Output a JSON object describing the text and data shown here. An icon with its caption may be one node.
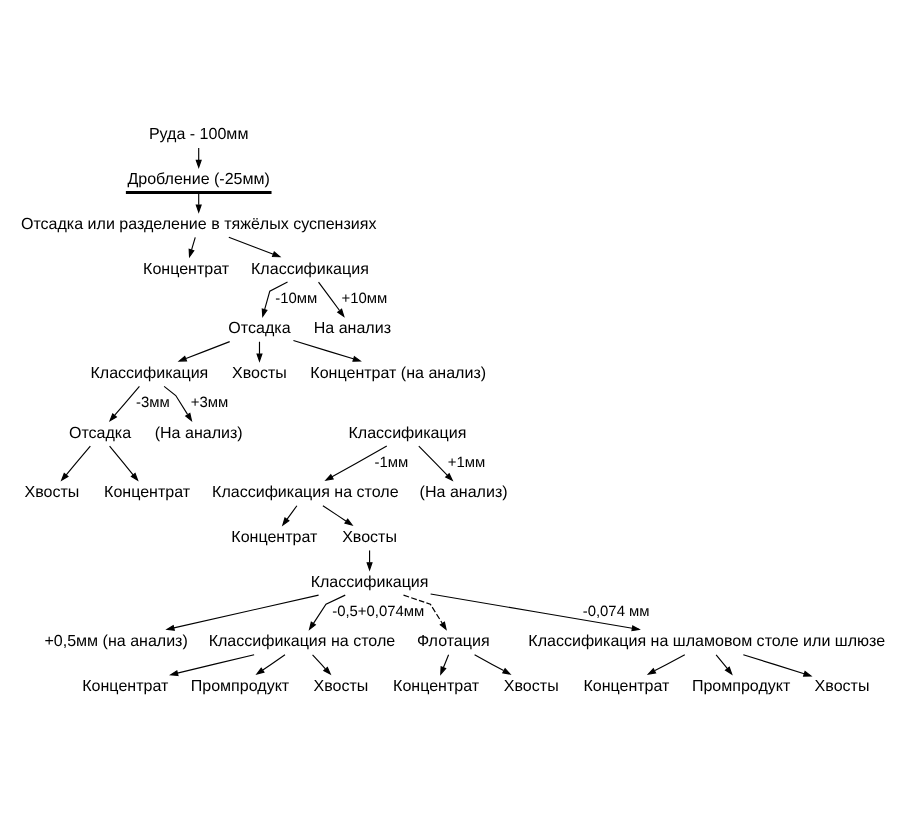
{
  "diagram": {
    "nodes": [
      {
        "text": [
          "Руда - 100мм"
        ]
      },
      {
        "text": [
          "Дробление (-25мм)"
        ]
      },
      {
        "text": [
          "Отсадка или разделение в тяжёлых суспензиях"
        ]
      },
      {
        "text": [
          "Концентрат"
        ]
      },
      {
        "text": [
          "Классификация"
        ]
      },
      {
        "text": [
          "Отсадка"
        ]
      },
      {
        "text": [
          "На анализ"
        ]
      },
      {
        "text": [
          "Классификация"
        ]
      },
      {
        "text": [
          "Хвосты"
        ]
      },
      {
        "text": [
          "Концентрат (на анализ)"
        ]
      },
      {
        "text": [
          "(На анализ)"
        ]
      },
      {
        "text": [
          "Отсадка"
        ]
      },
      {
        "text": [
          "Классификация на столе"
        ]
      },
      {
        "text": [
          "Хвосты"
        ]
      },
      {
        "text": [
          "Концентрат"
        ]
      },
      {
        "text": [
          "Концентрат"
        ]
      },
      {
        "text": [
          "Хвосты"
        ]
      },
      {
        "text": [
          "Классификация"
        ]
      },
      {
        "text": [
          "Классификация"
        ]
      },
      {
        "text": [
          "(На анализ)"
        ]
      },
      {
        "text": [
          "+0,5мм (на анализ)"
        ]
      },
      {
        "text": [
          "Классификация на столе"
        ]
      },
      {
        "text": [
          "Классификация на шламовом столе или шлюзе"
        ]
      },
      {
        "text": [
          "Концентрат"
        ]
      },
      {
        "text": [
          "Промпродукт"
        ]
      },
      {
        "text": [
          "Хвосты"
        ]
      },
      {
        "text": [
          "Концентрат"
        ]
      },
      {
        "text": [
          "Промпродукт"
        ]
      },
      {
        "text": [
          "Хвосты"
        ]
      },
      {
        "text": [
          "Флотация"
        ]
      },
      {
        "text": [
          "Концентрат"
        ]
      },
      {
        "text": [
          "Хвосты"
        ]
      }
    ],
    "edges": [
      {
        "from": 0,
        "to": 1,
        "arrow": "to"
      },
      {
        "from": 1,
        "to": 2,
        "arrow": "to"
      },
      {
        "from": 2,
        "to": 3,
        "arrow": "to"
      },
      {
        "from": 2,
        "to": 4,
        "arrow": "to"
      },
      {
        "from": 4,
        "to": 5,
        "arrow": "to",
        "label": "-10мм"
      },
      {
        "from": 4,
        "to": 6,
        "arrow": "to",
        "label": "+10мм"
      },
      {
        "from": 5,
        "to": 7,
        "arrow": "to"
      },
      {
        "from": 5,
        "to": 8,
        "arrow": "to"
      },
      {
        "from": 5,
        "to": 9,
        "arrow": "to"
      },
      {
        "from": 7,
        "to": 11,
        "arrow": "to",
        "label": "-3мм"
      },
      {
        "from": 7,
        "to": 10,
        "arrow": "to",
        "label": "+3мм"
      },
      {
        "from": 11,
        "to": 13,
        "arrow": "to"
      },
      {
        "from": 11,
        "to": 14,
        "arrow": "to"
      },
      {
        "from": 17,
        "to": 12,
        "arrow": "to",
        "label": "-1мм"
      },
      {
        "from": 17,
        "to": 19,
        "arrow": "to",
        "label": "+1мм"
      },
      {
        "from": 12,
        "to": 15,
        "arrow": "to"
      },
      {
        "from": 12,
        "to": 16,
        "arrow": "to"
      },
      {
        "from": 16,
        "to": 18,
        "arrow": "to"
      },
      {
        "from": 18,
        "to": 20,
        "arrow": "to"
      },
      {
        "from": 18,
        "to": 21,
        "arrow": "to",
        "label": "-0,5+0,074мм"
      },
      {
        "from": 18,
        "to": 29,
        "arrow": "to",
        "style": "dashed"
      },
      {
        "from": 18,
        "to": 22,
        "arrow": "to",
        "label": "-0,074 мм"
      },
      {
        "from": 21,
        "to": 23,
        "arrow": "to"
      },
      {
        "from": 21,
        "to": 24,
        "arrow": "to"
      },
      {
        "from": 21,
        "to": 25,
        "arrow": "to"
      },
      {
        "from": 22,
        "to": 26,
        "arrow": "to"
      },
      {
        "from": 22,
        "to": 27,
        "arrow": "to"
      },
      {
        "from": 22,
        "to": 28,
        "arrow": "to"
      },
      {
        "from": 29,
        "to": 30,
        "arrow": "to"
      },
      {
        "from": 29,
        "to": 31,
        "arrow": "to"
      }
    ]
  }
}
